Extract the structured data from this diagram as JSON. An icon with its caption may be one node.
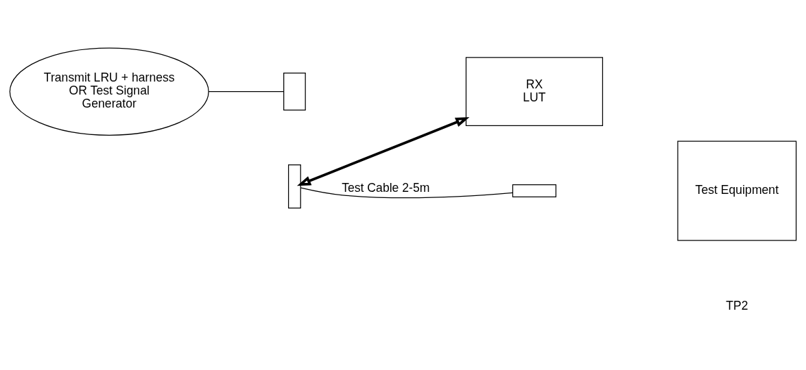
{
  "diagram": {
    "nodes": [
      {
        "text": [
          "Transmit LRU + harness OR Test Signal Generator"
        ]
      },
      {
        "text": [],
        "shape": "box"
      },
      {
        "text": [
          "RX",
          "LUT"
        ]
      },
      {
        "text": [],
        "shape": "box"
      },
      {
        "text": [],
        "shape": "box"
      },
      {
        "text": [
          "Test Equipment"
        ]
      }
    ],
    "edges": [
      {
        "from": 0,
        "to": 1,
        "arrow": "none"
      },
      {
        "from": 2,
        "to": 3,
        "arrow": "both",
        "style": "thick"
      },
      {
        "from": 3,
        "to": 4,
        "arrow": "none",
        "label": "Test Cable 2-5m"
      }
    ],
    "labels": [
      "TP2"
    ]
  }
}
